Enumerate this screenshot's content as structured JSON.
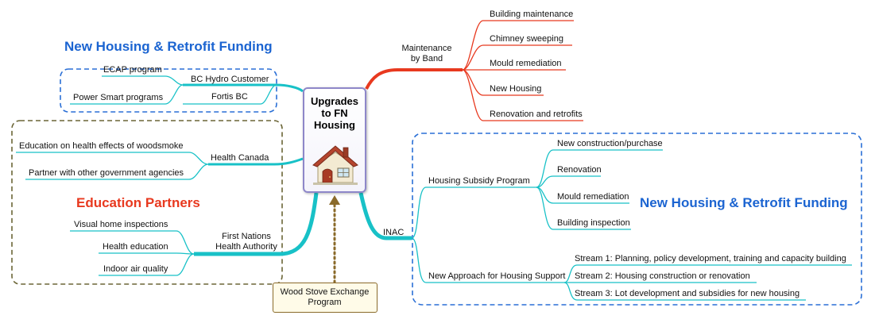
{
  "central": {
    "title_line1": "Upgrades",
    "title_line2": "to FN",
    "title_line3": "Housing",
    "icon": "house-icon"
  },
  "groups": {
    "top_left_title": "New Housing & Retrofit Funding",
    "right_title": "New Housing & Retrofit Funding",
    "left_title": "Education Partners"
  },
  "branches": {
    "maintenance": {
      "label_line1": "Maintenance",
      "label_line2": "by Band",
      "items": [
        "Building maintenance",
        "Chimney sweeping",
        "Mould remediation",
        "New Housing",
        "Renovation and retrofits"
      ]
    },
    "bc_hydro": {
      "label": "BC Hydro Customer",
      "items": [
        "ECAP program"
      ]
    },
    "fortis": {
      "label": "Fortis BC",
      "items": [
        "Power Smart programs"
      ]
    },
    "health_canada": {
      "label": "Health Canada",
      "items": [
        "Education on health effects of woodsmoke",
        "Partner with other government agencies"
      ]
    },
    "fnha": {
      "label_line1": "First Nations",
      "label_line2": "Health Authority",
      "items": [
        "Visual home inspections",
        "Health education",
        "Indoor air quality"
      ]
    },
    "inac": {
      "label": "INAC",
      "subsidy": {
        "label": "Housing Subsidy Program",
        "items": [
          "New construction/purchase",
          "Renovation",
          "Mould remediation",
          "Building inspection"
        ]
      },
      "approach": {
        "label": "New Approach for Housing Support",
        "items": [
          "Stream 1: Planning, policy development, training and capacity building",
          "Stream 2: Housing construction or renovation",
          "Stream 3: Lot development and subsidies for new housing"
        ]
      }
    },
    "wood_stove": {
      "label_line1": "Wood Stove Exchange",
      "label_line2": "Program"
    }
  },
  "colors": {
    "red": "#e8391f",
    "teal": "#18c1c7",
    "blue_title": "#1b64d1",
    "red_title": "#e8391f",
    "blue_dash": "#2a6fd6",
    "olive_dash": "#6b6536",
    "brown_arrow": "#8a6a2a"
  }
}
